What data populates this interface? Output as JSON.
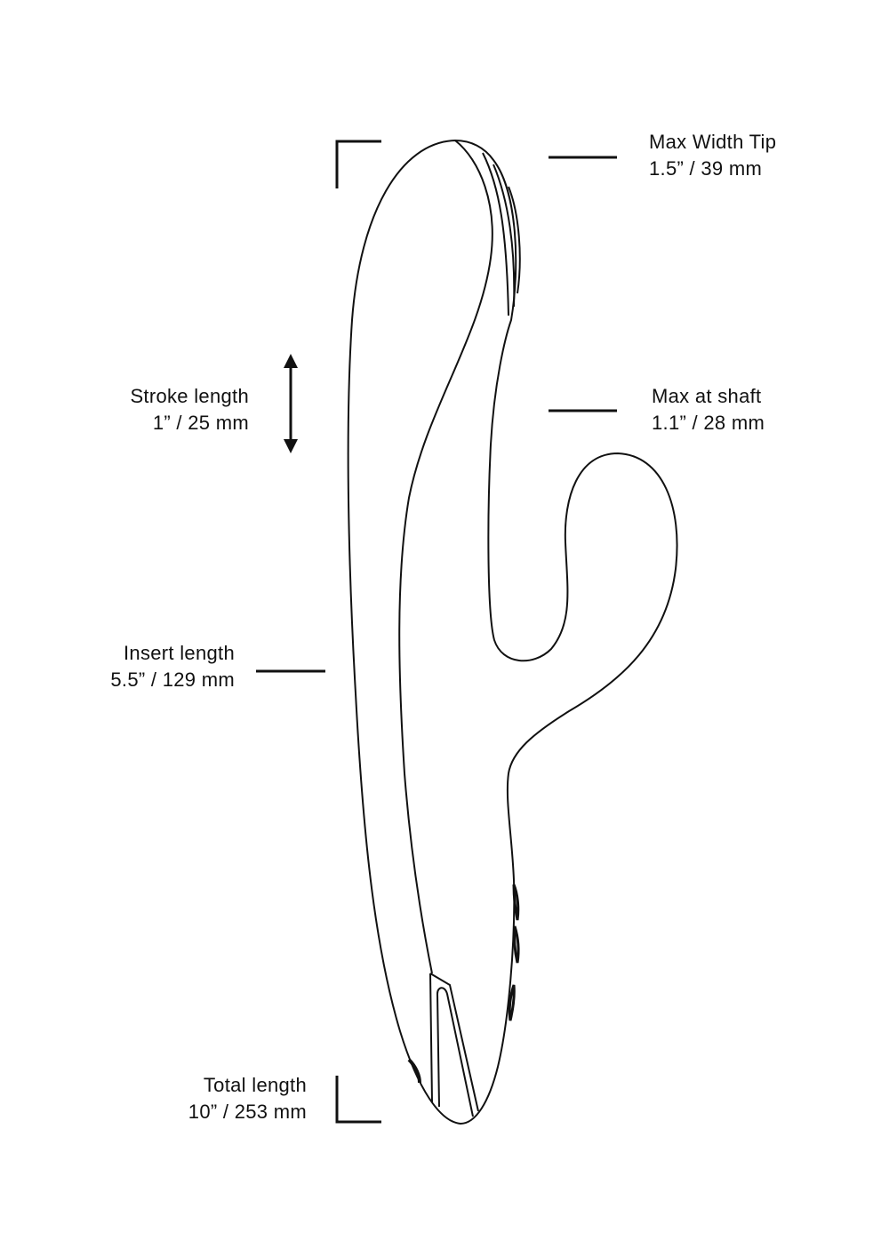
{
  "colors": {
    "line": "#111111",
    "background": "#ffffff"
  },
  "labels": {
    "max_width_tip": {
      "title": "Max Width Tip",
      "value": "1.5” / 39 mm"
    },
    "max_at_shaft": {
      "title": "Max at shaft",
      "value": "1.1” / 28 mm"
    },
    "stroke_length": {
      "title": "Stroke length",
      "value": "1” / 25 mm"
    },
    "insert_length": {
      "title": "Insert length",
      "value": "5.5” / 129 mm"
    },
    "total_length": {
      "title": "Total length",
      "value": "10” / 253 mm"
    }
  }
}
